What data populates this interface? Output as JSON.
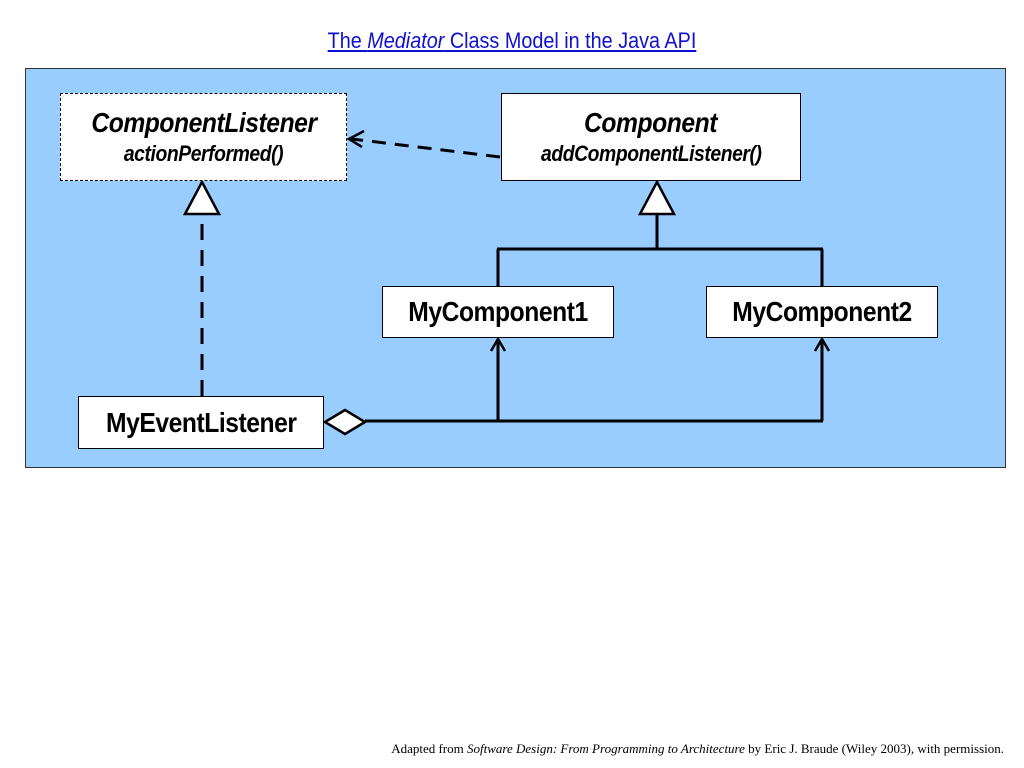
{
  "title": {
    "prefix": "The ",
    "emphasis": "Mediator",
    "suffix": " Class Model in the Java API"
  },
  "colors": {
    "panel_background": "#99ccff",
    "title_link": "#1010d0",
    "box_fill": "#ffffff",
    "line": "#000000"
  },
  "classes": {
    "component_listener": {
      "name": "ComponentListener",
      "operation": "actionPerformed()"
    },
    "component": {
      "name": "Component",
      "operation": "addComponentListener()"
    },
    "my_component_1": {
      "name": "MyComponent1"
    },
    "my_component_2": {
      "name": "MyComponent2"
    },
    "my_event_listener": {
      "name": "MyEventListener"
    }
  },
  "relationships": [
    {
      "type": "dependency",
      "from": "Component",
      "to": "ComponentListener"
    },
    {
      "type": "realization",
      "from": "MyEventListener",
      "to": "ComponentListener"
    },
    {
      "type": "inheritance",
      "from": "MyComponent1",
      "to": "Component"
    },
    {
      "type": "inheritance",
      "from": "MyComponent2",
      "to": "Component"
    },
    {
      "type": "aggregation",
      "from": "MyEventListener",
      "to": "MyComponent1"
    },
    {
      "type": "aggregation",
      "from": "MyEventListener",
      "to": "MyComponent2"
    }
  ],
  "footer": {
    "prefix": "Adapted from ",
    "book": "Software Design: From Programming to Architecture",
    "suffix": " by Eric J. Braude (Wiley 2003), with permission."
  }
}
